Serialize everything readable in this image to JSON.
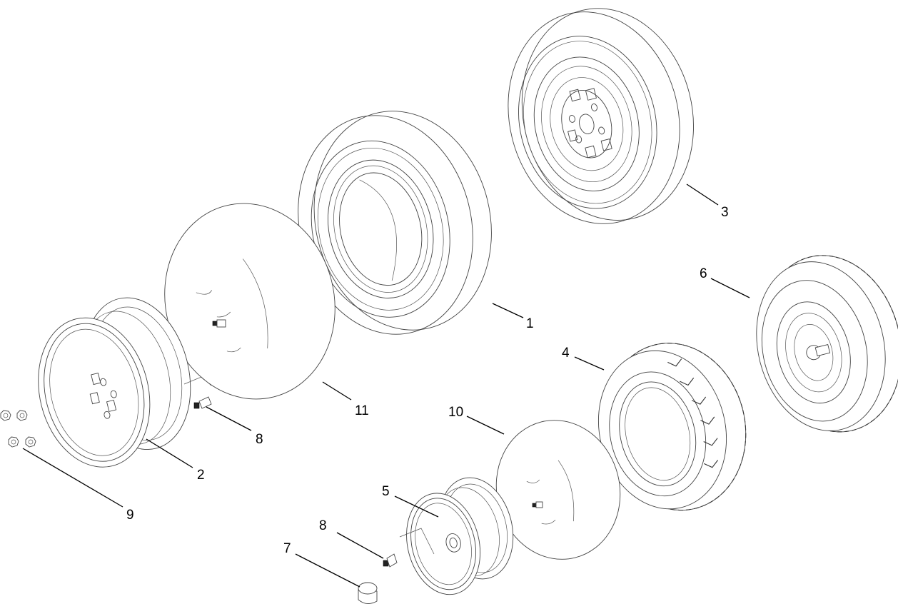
{
  "callouts": [
    {
      "id": "c1",
      "label": "1"
    },
    {
      "id": "c2",
      "label": "2"
    },
    {
      "id": "c3",
      "label": "3"
    },
    {
      "id": "c4",
      "label": "4"
    },
    {
      "id": "c5",
      "label": "5"
    },
    {
      "id": "c6",
      "label": "6"
    },
    {
      "id": "c7",
      "label": "7"
    },
    {
      "id": "c8a",
      "label": "8"
    },
    {
      "id": "c8b",
      "label": "8"
    },
    {
      "id": "c9",
      "label": "9"
    },
    {
      "id": "c10",
      "label": "10"
    },
    {
      "id": "c11",
      "label": "11"
    }
  ],
  "colors": {
    "line": "#444444",
    "label": "#000000",
    "background": "#ffffff"
  }
}
